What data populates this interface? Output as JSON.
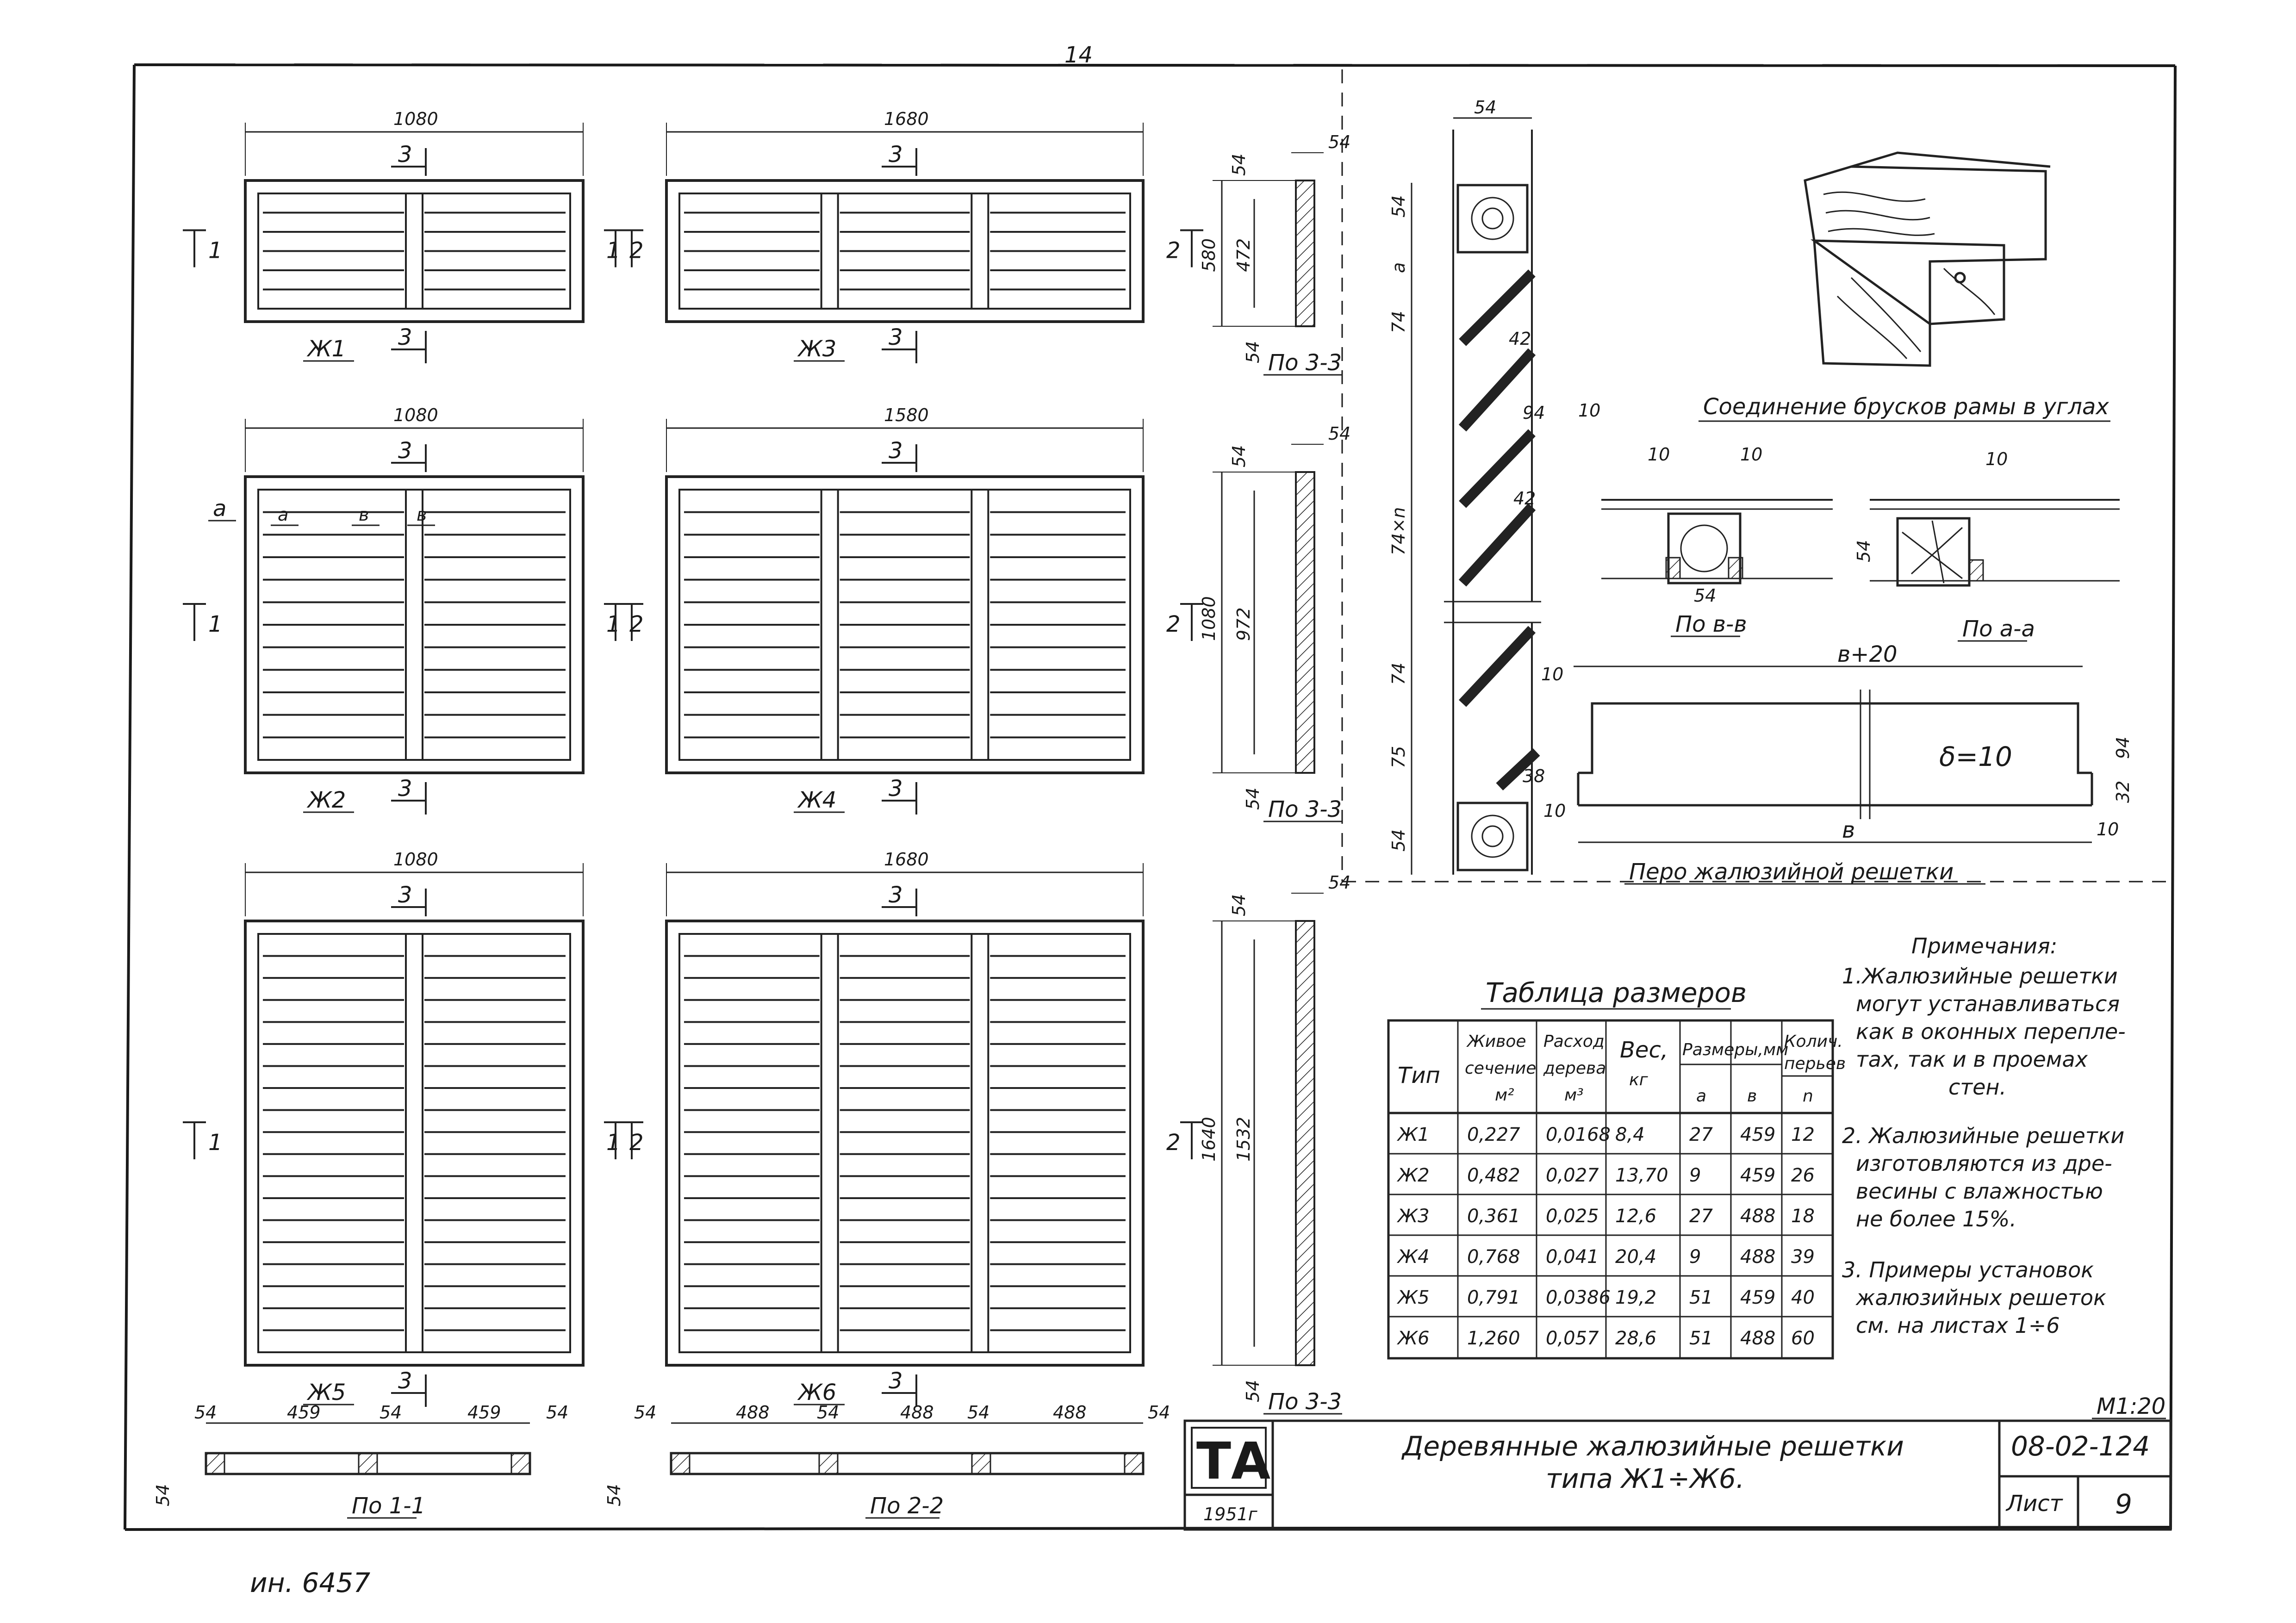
{
  "page_number": "14",
  "inventory_mark": "ин. 6457",
  "scale": "М1:20",
  "views": {
    "zh1": {
      "label": "Ж1",
      "width": "1080",
      "section": "3"
    },
    "zh2": {
      "label": "Ж2",
      "width": "1080",
      "section": "3",
      "mark_a": "a",
      "mark_b1": "в",
      "mark_b2": "в"
    },
    "zh3": {
      "label": "Ж3",
      "width": "1680",
      "section": "3"
    },
    "zh4": {
      "label": "Ж4",
      "width": "1580",
      "section": "3"
    },
    "zh5": {
      "label": "Ж5",
      "width": "1080",
      "section": "3"
    },
    "zh6": {
      "label": "Ж6",
      "width": "1680",
      "section": "3"
    },
    "cut_1": "1",
    "cut_2": "2"
  },
  "side_sections": {
    "s1": {
      "title": "По 3-3",
      "top": "54",
      "top2": "54",
      "overall": "580",
      "inner": "472",
      "bottom": "54"
    },
    "s2": {
      "title": "По 3-3",
      "top": "54",
      "top2": "54",
      "overall": "1080",
      "inner": "972",
      "bottom": "54"
    },
    "s3": {
      "title": "По 3-3",
      "top": "54",
      "top2": "54",
      "overall": "1640",
      "inner": "1532",
      "bottom": "54"
    }
  },
  "bottom_sections": {
    "p11": {
      "title": "По 1-1",
      "d1": "54",
      "d2": "459",
      "d3": "54",
      "d4": "459",
      "d5": "54",
      "h": "54"
    },
    "p22": {
      "title": "По 2-2",
      "d1": "54",
      "d2": "488",
      "d3": "54",
      "d4": "488",
      "d5": "54",
      "d6": "488",
      "d7": "54",
      "h": "54"
    }
  },
  "detail": {
    "width": "54",
    "dims": [
      "54",
      "a",
      "74",
      "74×n",
      "74",
      "75",
      "54"
    ],
    "slat_dims": [
      "42",
      "94",
      "10",
      "42",
      "10",
      "38"
    ]
  },
  "joint_title": "Соединение брусков рамы в углах",
  "section_bb": {
    "title": "По в-в",
    "d1": "10",
    "d2": "10",
    "w": "54"
  },
  "section_aa": {
    "title": "По a-a",
    "d1": "10",
    "h": "54"
  },
  "slat": {
    "title": "Перо жалюзийной решетки",
    "top": "в+20",
    "bottom": "в",
    "thickness": "δ=10",
    "h": "94",
    "h2": "32",
    "edge1": "10",
    "edge2": "10"
  },
  "table": {
    "title": "Таблица размеров",
    "headers": {
      "type": "Тип",
      "open_area": [
        "Живое",
        "сечение",
        "м²"
      ],
      "wood": [
        "Расход",
        "дерева",
        "м³"
      ],
      "weight": [
        "Вес,",
        "кг"
      ],
      "sizes": "Размеры,мм",
      "a": "a",
      "b": "в",
      "count": [
        "Колич.",
        "перьев"
      ],
      "n": "n"
    },
    "rows": [
      [
        "Ж1",
        "0,227",
        "0,0168",
        "8,4",
        "27",
        "459",
        "12"
      ],
      [
        "Ж2",
        "0,482",
        "0,027",
        "13,70",
        "9",
        "459",
        "26"
      ],
      [
        "Ж3",
        "0,361",
        "0,025",
        "12,6",
        "27",
        "488",
        "18"
      ],
      [
        "Ж4",
        "0,768",
        "0,041",
        "20,4",
        "9",
        "488",
        "39"
      ],
      [
        "Ж5",
        "0,791",
        "0,0386",
        "19,2",
        "51",
        "459",
        "40"
      ],
      [
        "Ж6",
        "1,260",
        "0,057",
        "28,6",
        "51",
        "488",
        "60"
      ]
    ]
  },
  "notes": {
    "title": "Примечания:",
    "n1": [
      "1.Жалюзийные решетки",
      "могут устанавливаться",
      "как в оконных перепле-",
      "тах, так и в проемах",
      "стен."
    ],
    "n2": [
      "2. Жалюзийные решетки",
      "изготовляются из дре-",
      "весины с влажностью",
      "не более 15%."
    ],
    "n3": [
      "3. Примеры установок",
      "жалюзийных решеток",
      "см. на листах 1÷6"
    ]
  },
  "title_block": {
    "logo": "ТА",
    "year": "1951г",
    "title_line1": "Деревянные жалюзийные решетки",
    "title_line2": "типа Ж1÷Ж6.",
    "code": "08-02-124",
    "sheet_label": "Лист",
    "sheet_number": "9"
  }
}
